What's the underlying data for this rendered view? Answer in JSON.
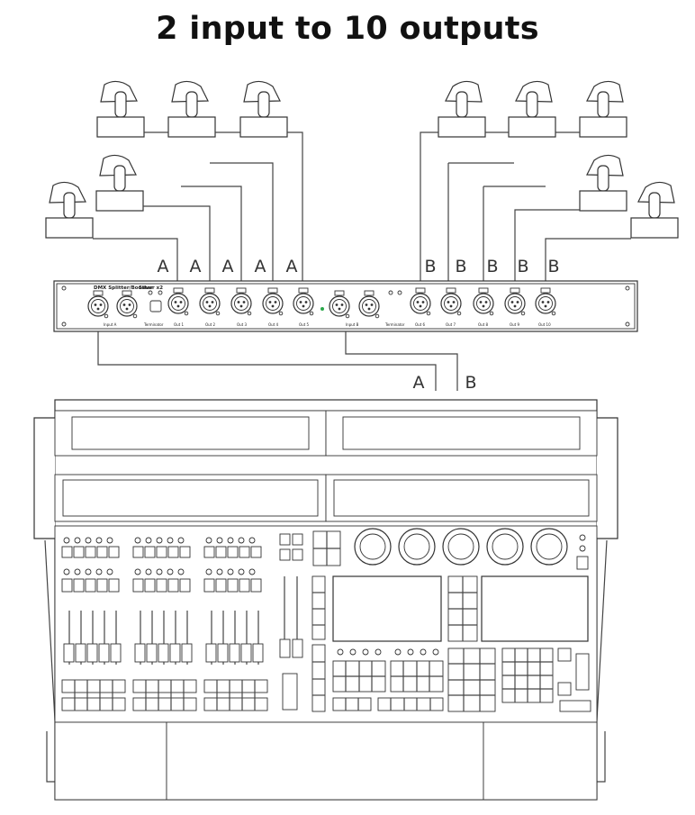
{
  "title": "2  input to 10 outputs",
  "device": {
    "name": "DMX Splitter/Booster",
    "model": "Sliver x2",
    "input_a_label": "Input A",
    "input_b_label": "Input B",
    "terminator_label": "Terminator",
    "outputs": [
      "Out 1",
      "Out 2",
      "Out 3",
      "Out 4",
      "Out 5",
      "Out 6",
      "Out 7",
      "Out 8",
      "Out 9",
      "Out 10"
    ]
  },
  "lines": {
    "group_a_label": "A",
    "group_b_label": "B"
  },
  "icons": {
    "fixture": "moving-head-light-icon",
    "xlr": "xlr-connector-icon",
    "console": "lighting-console-icon"
  }
}
